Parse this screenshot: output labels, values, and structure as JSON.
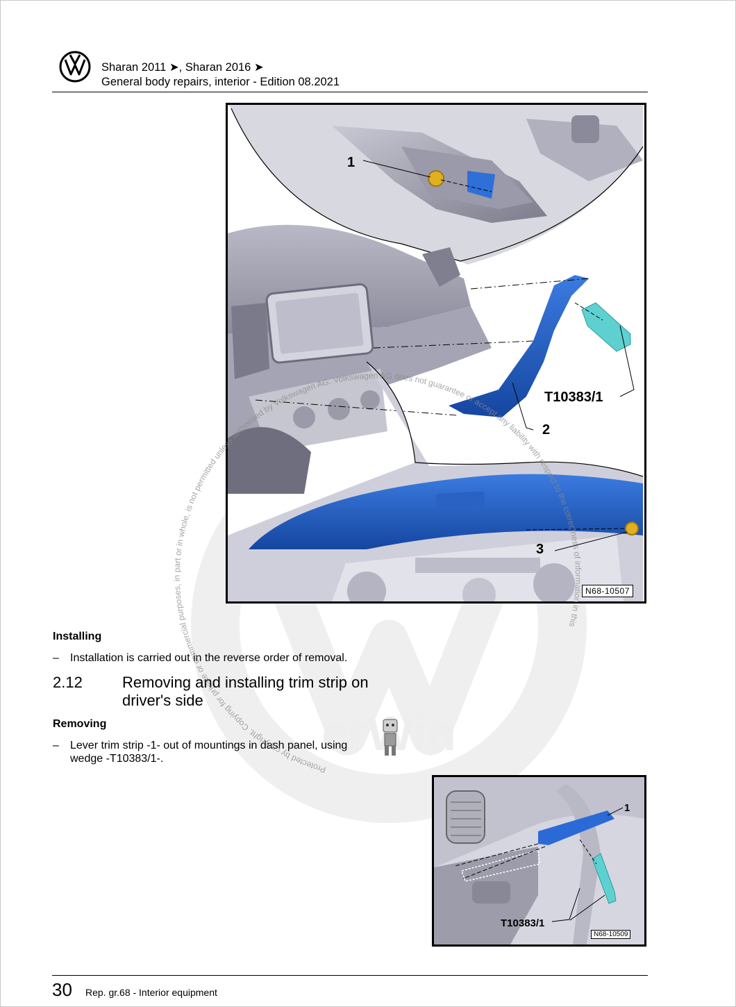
{
  "header": {
    "models": "Sharan 2011 ➤, Sharan 2016 ➤",
    "manual": "General body repairs, interior - Edition 08.2021"
  },
  "figure1": {
    "callouts": [
      "1",
      "2",
      "3"
    ],
    "tool_label": "T10383/1",
    "figure_id": "N68-10507"
  },
  "installing": {
    "heading": "Installing",
    "steps": [
      "Installation is carried out in the reverse order of removal."
    ]
  },
  "section": {
    "number": "2.12",
    "title": "Removing and installing trim strip on driver's side"
  },
  "removing": {
    "heading": "Removing",
    "steps": [
      "Lever trim strip -1- out of mountings in dash panel, using wedge -T10383/1-."
    ]
  },
  "figure2": {
    "callouts": [
      "1"
    ],
    "tool_label": "T10383/1",
    "figure_id": "N68-10509"
  },
  "watermark": {
    "left_arc": "Protected by copyright. Copying for private or commercial purposes, in part or in whole, is not permitted unless authorised by Volkswagen AG. Volkswagen AG does not guarantee or accept any liability with respect to the correctness of information in this document. Copyright by Volkswagen AG."
  },
  "footer": {
    "page_number": "30",
    "text": "Rep. gr.68 - Interior equipment"
  },
  "colors": {
    "trim_blue": "#1f5fc0",
    "wedge_cyan": "#5fd0d0",
    "watermark_gray": "#e6e6e6"
  }
}
